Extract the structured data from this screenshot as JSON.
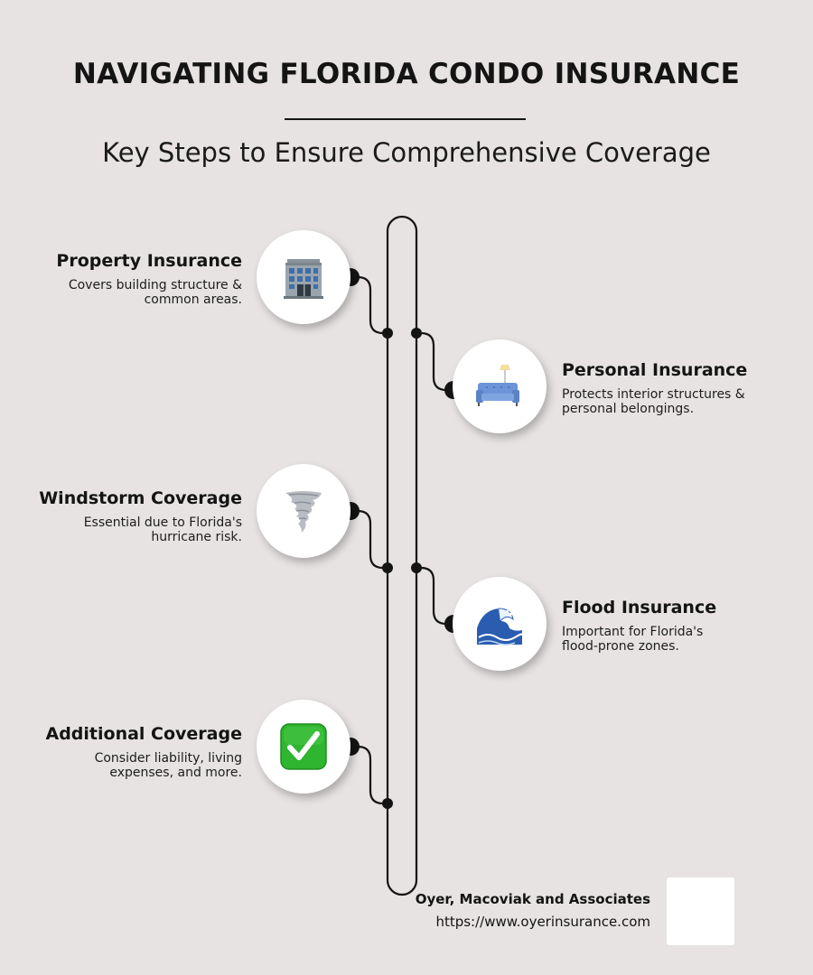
{
  "header": {
    "title": "NAVIGATING FLORIDA CONDO INSURANCE",
    "subtitle": "Key Steps to Ensure Comprehensive Coverage"
  },
  "steps": [
    {
      "title": "Property Insurance",
      "description": "Covers building structure & common areas.",
      "icon": "office-building-icon",
      "side": "left"
    },
    {
      "title": "Personal Insurance",
      "description": "Protects interior structures & personal belongings.",
      "icon": "couch-and-lamp-icon",
      "side": "right"
    },
    {
      "title": "Windstorm Coverage",
      "description": "Essential due to Florida's hurricane risk.",
      "icon": "tornado-icon",
      "side": "left"
    },
    {
      "title": "Flood Insurance",
      "description": "Important for Florida's flood-prone zones.",
      "icon": "water-wave-icon",
      "side": "right"
    },
    {
      "title": "Additional Coverage",
      "description": "Consider liability, living expenses, and more.",
      "icon": "check-mark-button-icon",
      "side": "left"
    }
  ],
  "footer": {
    "company": "Oyer, Macoviak and Associates",
    "url": "https://www.oyerinsurance.com"
  },
  "colors": {
    "background": "#e6e3e2",
    "ink": "#141414",
    "check_green": "#2fb52f"
  }
}
